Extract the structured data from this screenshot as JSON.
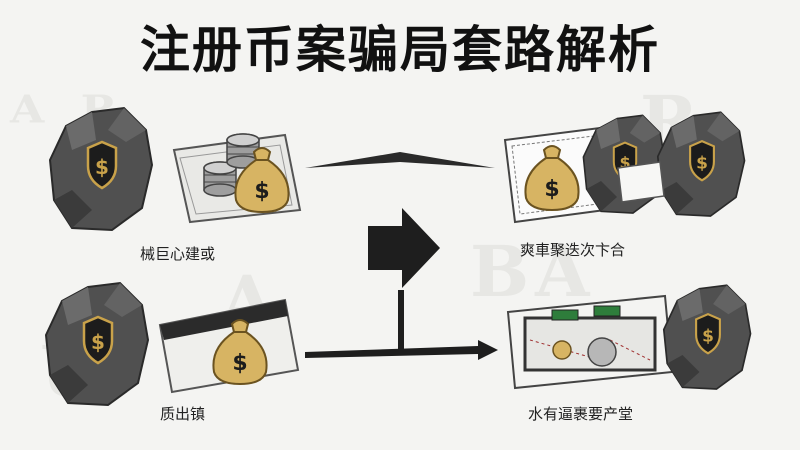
{
  "title": "注册币案骗局套路解析",
  "labels": {
    "top_left": "械巨心建或",
    "top_right": "爽車聚迭次卞合",
    "bottom_left": "质出镇",
    "bottom_right": "水有逼裹要产堂"
  },
  "colors": {
    "rock": "#4f4f4f",
    "gold": "#c9a24a",
    "ink": "#1e1e1e",
    "background": "#f4f4f2"
  },
  "icons": [
    "rock-shield-icon",
    "coins-stack-icon",
    "money-bag-icon",
    "card-icon",
    "arrow-icon"
  ]
}
